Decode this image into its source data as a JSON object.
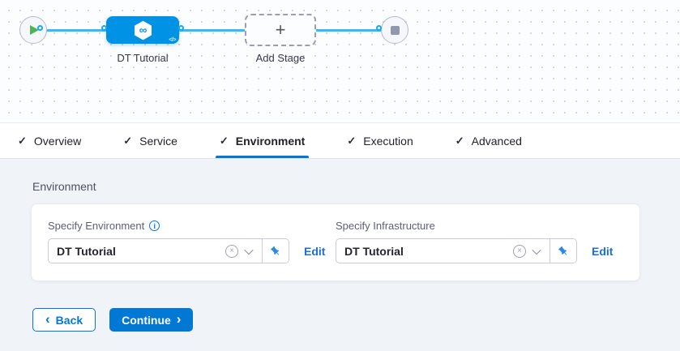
{
  "pipeline": {
    "stage": {
      "label": "DT Tutorial",
      "code_badge": "</>",
      "icon_glyph": "∞"
    },
    "add_stage": {
      "label": "Add Stage",
      "plus_glyph": "+"
    }
  },
  "tabs": [
    {
      "label": "Overview",
      "check": "✓",
      "active": false
    },
    {
      "label": "Service",
      "check": "✓",
      "active": false
    },
    {
      "label": "Environment",
      "check": "✓",
      "active": true
    },
    {
      "label": "Execution",
      "check": "✓",
      "active": false
    },
    {
      "label": "Advanced",
      "check": "✓",
      "active": false
    }
  ],
  "environment_section": {
    "title": "Environment",
    "environment_field": {
      "label": "Specify Environment",
      "info_glyph": "i",
      "value": "DT Tutorial",
      "clear_glyph": "×",
      "edit_label": "Edit"
    },
    "infrastructure_field": {
      "label": "Specify Infrastructure",
      "value": "DT Tutorial",
      "clear_glyph": "×",
      "edit_label": "Edit"
    }
  },
  "footer": {
    "back_label": "Back",
    "back_chevron": "‹",
    "continue_label": "Continue",
    "continue_chevron": "›"
  },
  "colors": {
    "primary": "#0278d5",
    "stage_blue": "#0092e4",
    "flow_line_blue": "#35bbf3",
    "link_blue": "#1a6fe0",
    "play_green": "#4db457"
  }
}
